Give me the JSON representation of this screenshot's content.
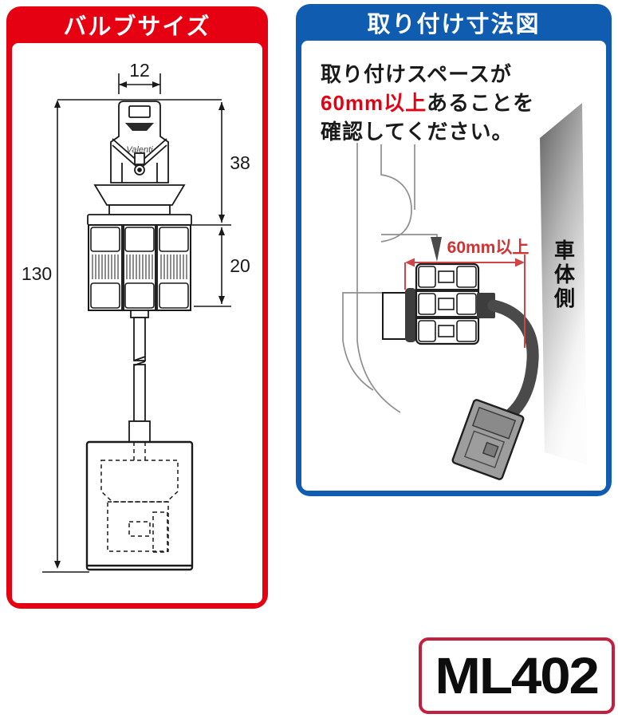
{
  "left_panel": {
    "title": "バルブサイズ",
    "logo_text": "Valenti",
    "dims": {
      "width_top": "12",
      "upper": "38",
      "heatsink": "20",
      "total": "130"
    }
  },
  "right_panel": {
    "title": "取り付け寸法図",
    "note": {
      "line1": "取り付けスペースが",
      "line2_highlight": "60mm以上",
      "line2_rest": "あることを",
      "line3": "確認してください。"
    },
    "dim_label": "60mm以上",
    "body_side_chars": [
      "車",
      "体",
      "側"
    ]
  },
  "badge": {
    "model": "ML402"
  },
  "colors": {
    "panel_red": "#e50012",
    "panel_blue": "#0f5cb0",
    "diagram_red": "#cf4444",
    "badge_border": "#c2203f",
    "cable_gray": "#4a4a4a"
  }
}
